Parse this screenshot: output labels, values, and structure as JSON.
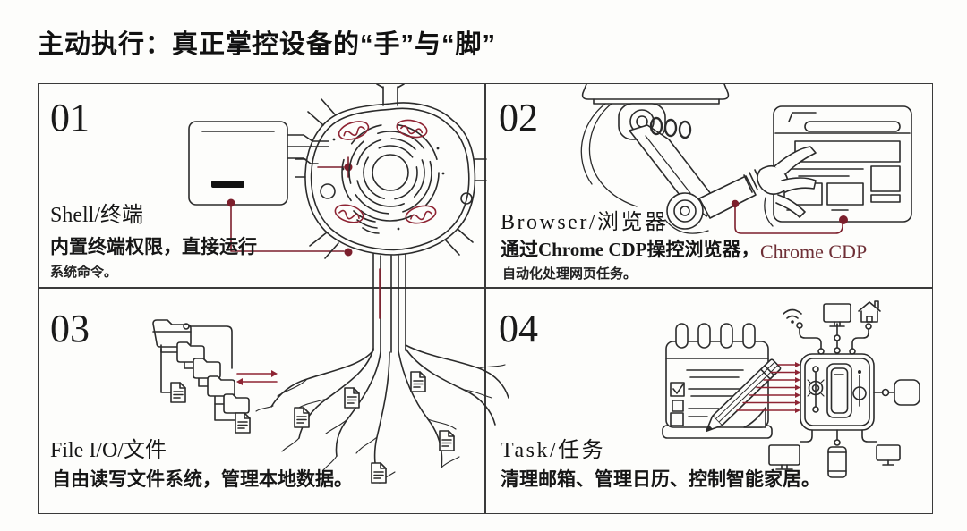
{
  "page": {
    "title": "主动执行：真正掌控设备的“手”与“脚”"
  },
  "colors": {
    "ink": "#2b2b2b",
    "accent_maroon": "#8e2433",
    "connector_dot": "#7c1f2c",
    "callout_text": "#6e2f36",
    "background": "#fdfdfb",
    "border": "#3a3a3a"
  },
  "quadrants": [
    {
      "number": "01",
      "heading": "Shell/终端",
      "line1": "内置终端权限，直接运行",
      "line2": "系统命令。",
      "icons": [
        "terminal-window-icon",
        "plant-cell-icon",
        "connector-dot-icon"
      ]
    },
    {
      "number": "02",
      "heading": "Browser/浏览器",
      "line1": "通过Chrome CDP操控浏览器，",
      "line2": "自动化处理网页任务。",
      "callout": "Chrome CDP",
      "icons": [
        "robot-arm-icon",
        "browser-window-icon",
        "connector-dot-icon"
      ]
    },
    {
      "number": "03",
      "heading": "File I/O/文件",
      "line1": "自由读写文件系统，管理本地数据。",
      "icons": [
        "folder-tree-icon",
        "document-icon",
        "tree-roots-icon",
        "read-write-arrows-icon"
      ]
    },
    {
      "number": "04",
      "heading": "Task/任务",
      "line1": "清理邮箱、管理日历、控制智能家居。",
      "icons": [
        "notepad-checklist-icon",
        "pencil-icon",
        "smart-home-panel-icon",
        "wifi-icon",
        "monitor-icon",
        "house-icon",
        "phone-icon",
        "display-icon"
      ]
    }
  ]
}
